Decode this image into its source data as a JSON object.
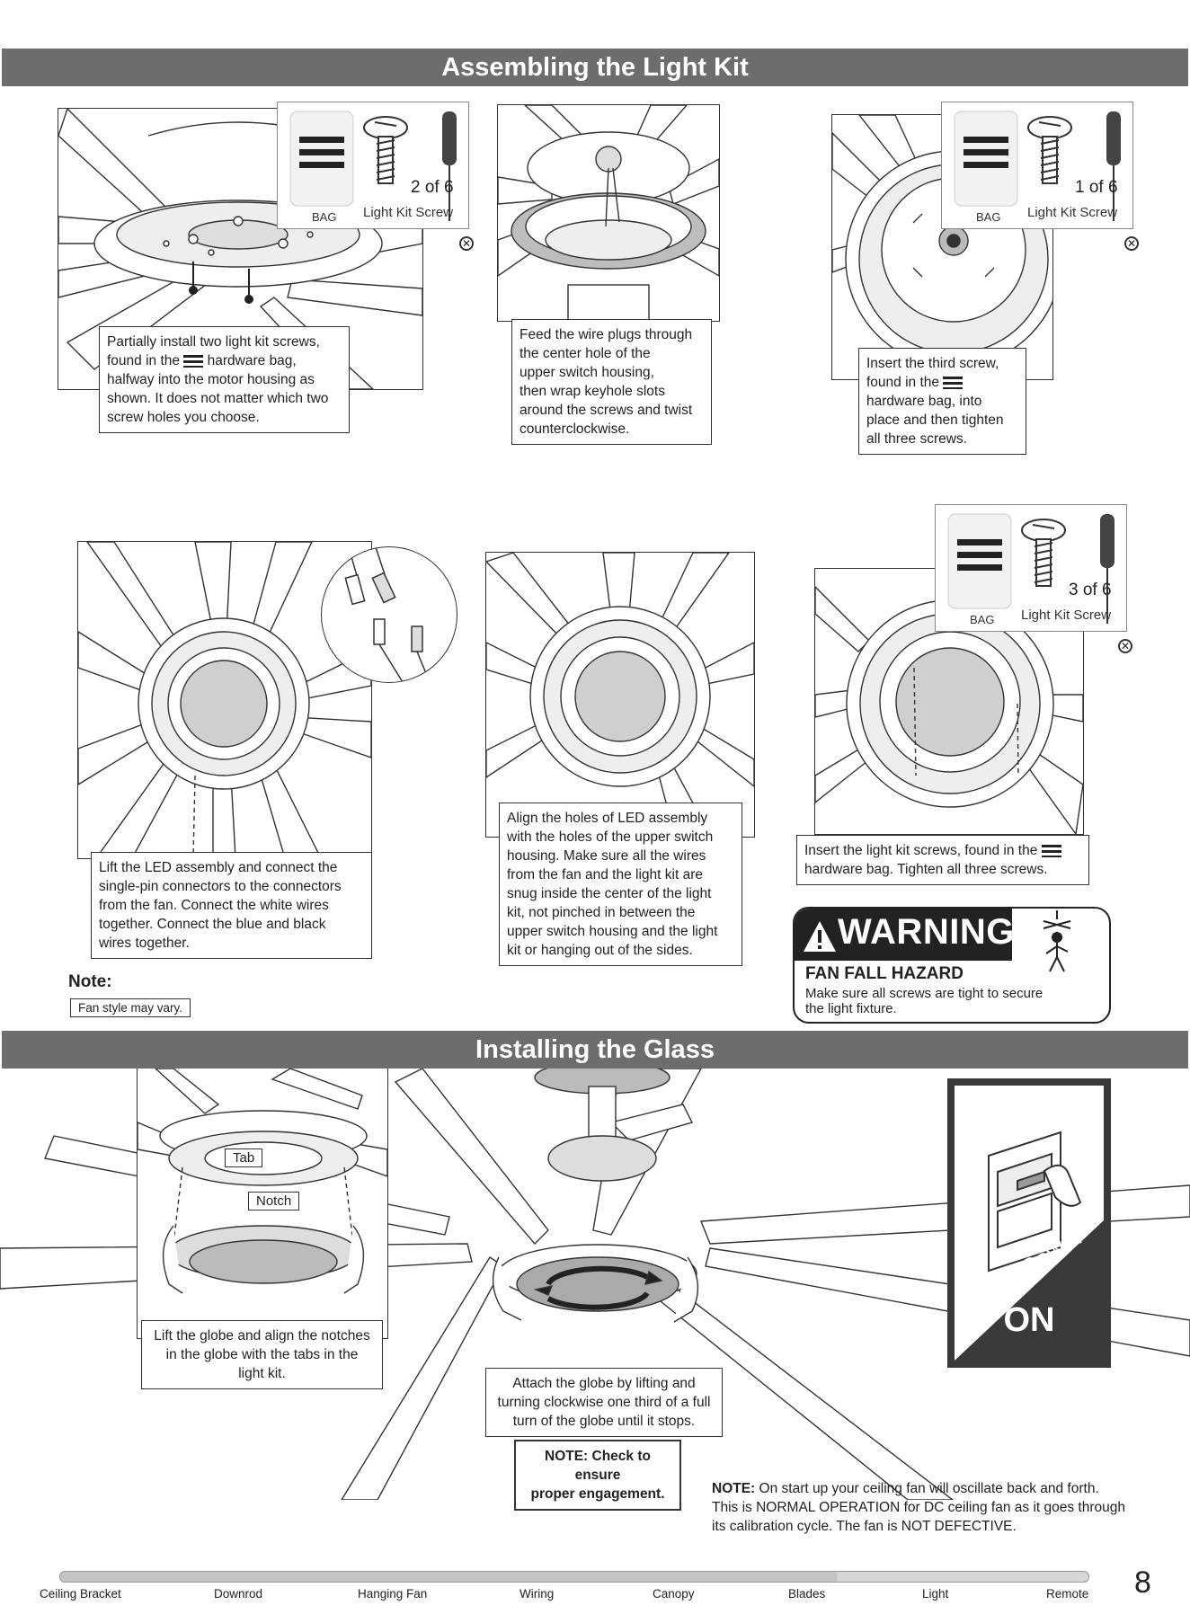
{
  "sections": {
    "light_kit_title": "Assembling the Light Kit",
    "glass_title": "Installing the Glass"
  },
  "bags": [
    {
      "label": "BAG",
      "count": "2 of 6",
      "screw": "Light Kit Screw"
    },
    {
      "label": "BAG",
      "count": "1 of 6",
      "screw": "Light Kit Screw"
    },
    {
      "label": "BAG",
      "count": "3 of 6",
      "screw": "Light Kit Screw"
    }
  ],
  "steps": {
    "s1": [
      "Partially install two light kit screws,",
      "found in the",
      "hardware bag,",
      "halfway into the motor housing as",
      "shown. It does not matter which two",
      "screw holes you choose."
    ],
    "s2": [
      "Feed the wire plugs through",
      "the center hole of the",
      "upper switch housing,",
      "then wrap keyhole slots",
      "around the screws and twist",
      "counterclockwise."
    ],
    "s3": [
      "Insert the third screw,",
      "found in the",
      "hardware bag, into",
      "place and then tighten",
      "all three screws."
    ],
    "s4": [
      "Lift the LED assembly and connect the",
      "single-pin connectors to the connectors",
      "from the fan. Connect the white wires",
      "together. Connect the blue and black",
      "wires together."
    ],
    "s5": [
      "Align the holes of LED assembly",
      "with the holes of the upper switch",
      "housing. Make sure all the wires",
      "from the fan and the light kit are",
      "snug inside the center of the light",
      "kit, not pinched in between the",
      "upper switch housing and the light",
      "kit or hanging out of the sides."
    ],
    "s6": [
      "Insert the light kit screws, found in the",
      "hardware bag. Tighten all three screws."
    ],
    "g1": [
      "Lift the globe and align the notches",
      "in the globe with the tabs in the",
      "light kit."
    ],
    "g2": [
      "Attach the globe by lifting and",
      "turning clockwise one third of a full",
      "turn of the globe until it stops."
    ],
    "g2_note": [
      "NOTE: Check to ensure",
      "proper engagement."
    ]
  },
  "note": {
    "title": "Note:",
    "text": "Fan style may vary."
  },
  "warning": {
    "heading": "WARNING",
    "subheading": "FAN FALL HAZARD",
    "text": [
      "Make sure all screws are tight to secure",
      "the light fixture."
    ]
  },
  "labels": {
    "tab": "Tab",
    "notch": "Notch"
  },
  "power": {
    "line1": "Turn Power",
    "line2": "ON"
  },
  "bottom_note": {
    "lead": "NOTE:",
    "text": "On start up your ceiling fan will oscillate back and forth. This is NORMAL OPERATION for DC ceiling fan as it goes through its calibration cycle. The fan is NOT DEFECTIVE."
  },
  "footer": {
    "items": [
      "Ceiling Bracket",
      "Downrod",
      "Hanging Fan",
      "Wiring",
      "Canopy",
      "Blades",
      "Light",
      "Remote"
    ],
    "progress_fraction": 0.755,
    "page_number": "8"
  },
  "colors": {
    "banner": "#6d6d6d",
    "dark": "#222222",
    "shade": "#c8c8c8"
  }
}
